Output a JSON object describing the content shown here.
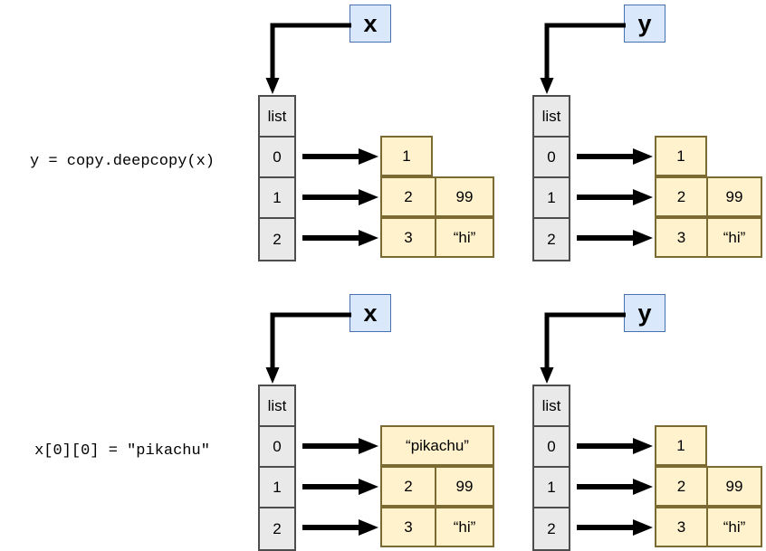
{
  "diagram": {
    "title": "Python deepcopy object reference diagram",
    "colors": {
      "variable_box_fill": "#dae8fc",
      "variable_box_border": "#4a70b0",
      "list_fill": "#e9e9e9",
      "list_border": "#4d4d4d",
      "inner_fill": "#fff2cc",
      "inner_border": "#7b6a32",
      "arrow": "#000000",
      "background": "#ffffff"
    },
    "list_header": "list"
  },
  "rows": [
    {
      "code": "y = copy.deepcopy(x)",
      "panels": [
        {
          "variable": "x",
          "list_header": "list",
          "indices": [
            "0",
            "1",
            "2"
          ],
          "values": [
            [
              "1"
            ],
            [
              "2",
              "99"
            ],
            [
              "3",
              "“hi”"
            ]
          ]
        },
        {
          "variable": "y",
          "list_header": "list",
          "indices": [
            "0",
            "1",
            "2"
          ],
          "values": [
            [
              "1"
            ],
            [
              "2",
              "99"
            ],
            [
              "3",
              "“hi”"
            ]
          ]
        }
      ]
    },
    {
      "code": "x[0][0] = \"pikachu\"",
      "panels": [
        {
          "variable": "x",
          "list_header": "list",
          "indices": [
            "0",
            "1",
            "2"
          ],
          "values": [
            [
              "“pikachu”"
            ],
            [
              "2",
              "99"
            ],
            [
              "3",
              "“hi”"
            ]
          ]
        },
        {
          "variable": "y",
          "list_header": "list",
          "indices": [
            "0",
            "1",
            "2"
          ],
          "values": [
            [
              "1"
            ],
            [
              "2",
              "99"
            ],
            [
              "3",
              "“hi”"
            ]
          ]
        }
      ]
    }
  ]
}
